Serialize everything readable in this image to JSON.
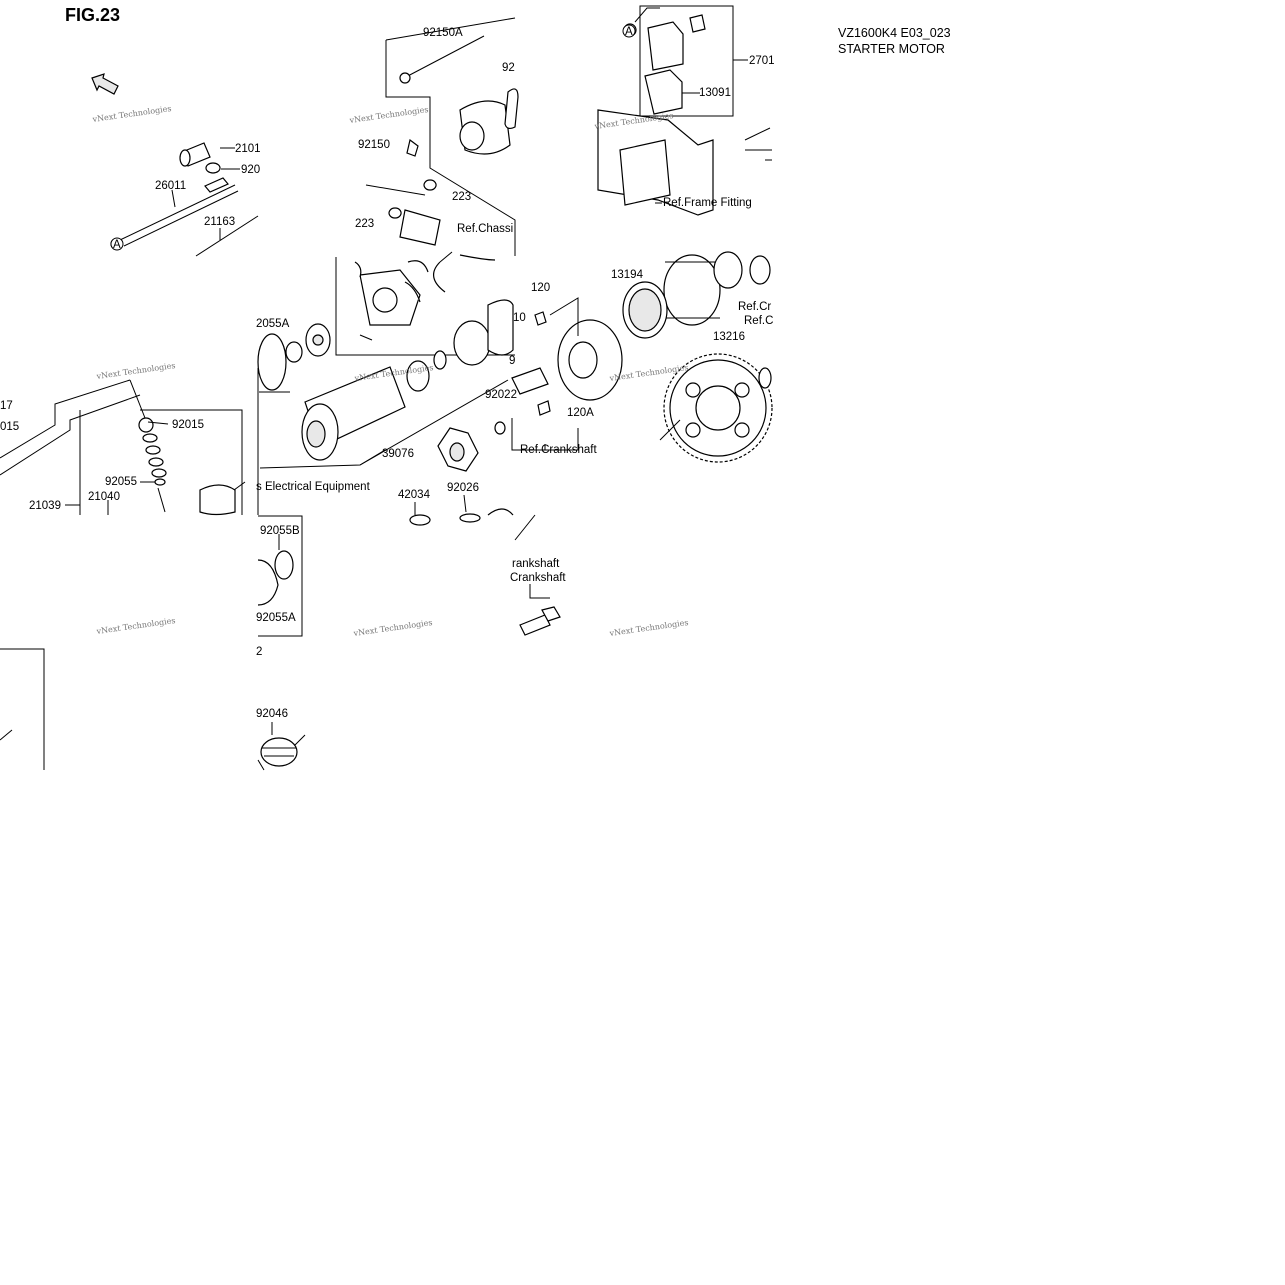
{
  "figure_label": "FIG.23",
  "header": {
    "model_code": "VZ1600K4 E03_023",
    "section_title": "STARTER MOTOR"
  },
  "watermark": "vNext Technologies",
  "callouts": {
    "p92150A": "92150A",
    "p92_top": "92",
    "p2701": "2701",
    "p13091": "13091",
    "p2101": "2101",
    "p920_top": "920",
    "p26011": "26011",
    "p21163": "21163",
    "p92150": "92150",
    "p223a": "223",
    "p223b": "223",
    "ref_chassis": "Ref.Chassi",
    "ref_frame": "Ref.Frame Fitting",
    "p120": "120",
    "p13194": "13194",
    "ref_cr1": "Ref.Cr",
    "ref_cr2": "Ref.C",
    "p13216": "13216",
    "p92055A_top": "2055A",
    "p10": "10",
    "p9_mid": "9",
    "p92022": "92022",
    "p120A": "120A",
    "ref_crankshaft": "Ref.Crankshaft",
    "p39076": "39076",
    "p17": "17",
    "p015": "015",
    "p92015": "92015",
    "p92055": "92055",
    "ref_electrical": "s Electrical Equipment",
    "p21039": "21039",
    "p21040": "21040",
    "p42034": "42034",
    "p92026": "92026",
    "p92055B": "92055B",
    "ref_crankshaft2": "rankshaft",
    "ref_crankshaft3": "Crankshaft",
    "p92055A_bot": "92055A",
    "p2_bot": "2",
    "p92046": "92046",
    "mark_a": "A"
  }
}
